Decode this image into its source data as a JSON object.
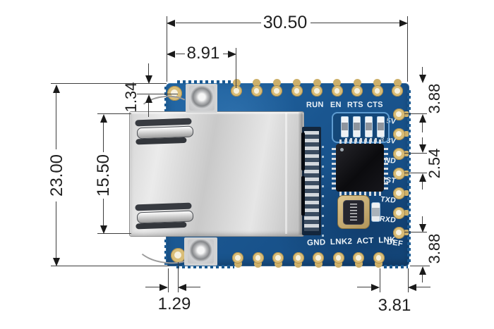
{
  "dimensions": {
    "board_width": "30.50",
    "left_edge_to_first_pin": "8.91",
    "top_edge_to_hole": "1.34",
    "board_height": "23.00",
    "jack_height": "15.50",
    "right_top_margin": "3.88",
    "pin_pitch": "2.54",
    "right_bottom_margin": "3.88",
    "bottom_left_offset": "1.29",
    "bottom_right_margin": "3.81"
  },
  "pcb": {
    "top_labels": [
      "RUN",
      "EN",
      "RTS",
      "CTS"
    ],
    "right_pin_labels": [
      "5V",
      "3.3V",
      "GND",
      "RST",
      "TXD",
      "RXD",
      "DEF"
    ],
    "bottom_label": "GND LNK2 ACT LNK",
    "colors": {
      "board_blue": "#1d5c97",
      "pad_gold": "#d9bd77",
      "silkscreen": "#eef4f8"
    }
  }
}
